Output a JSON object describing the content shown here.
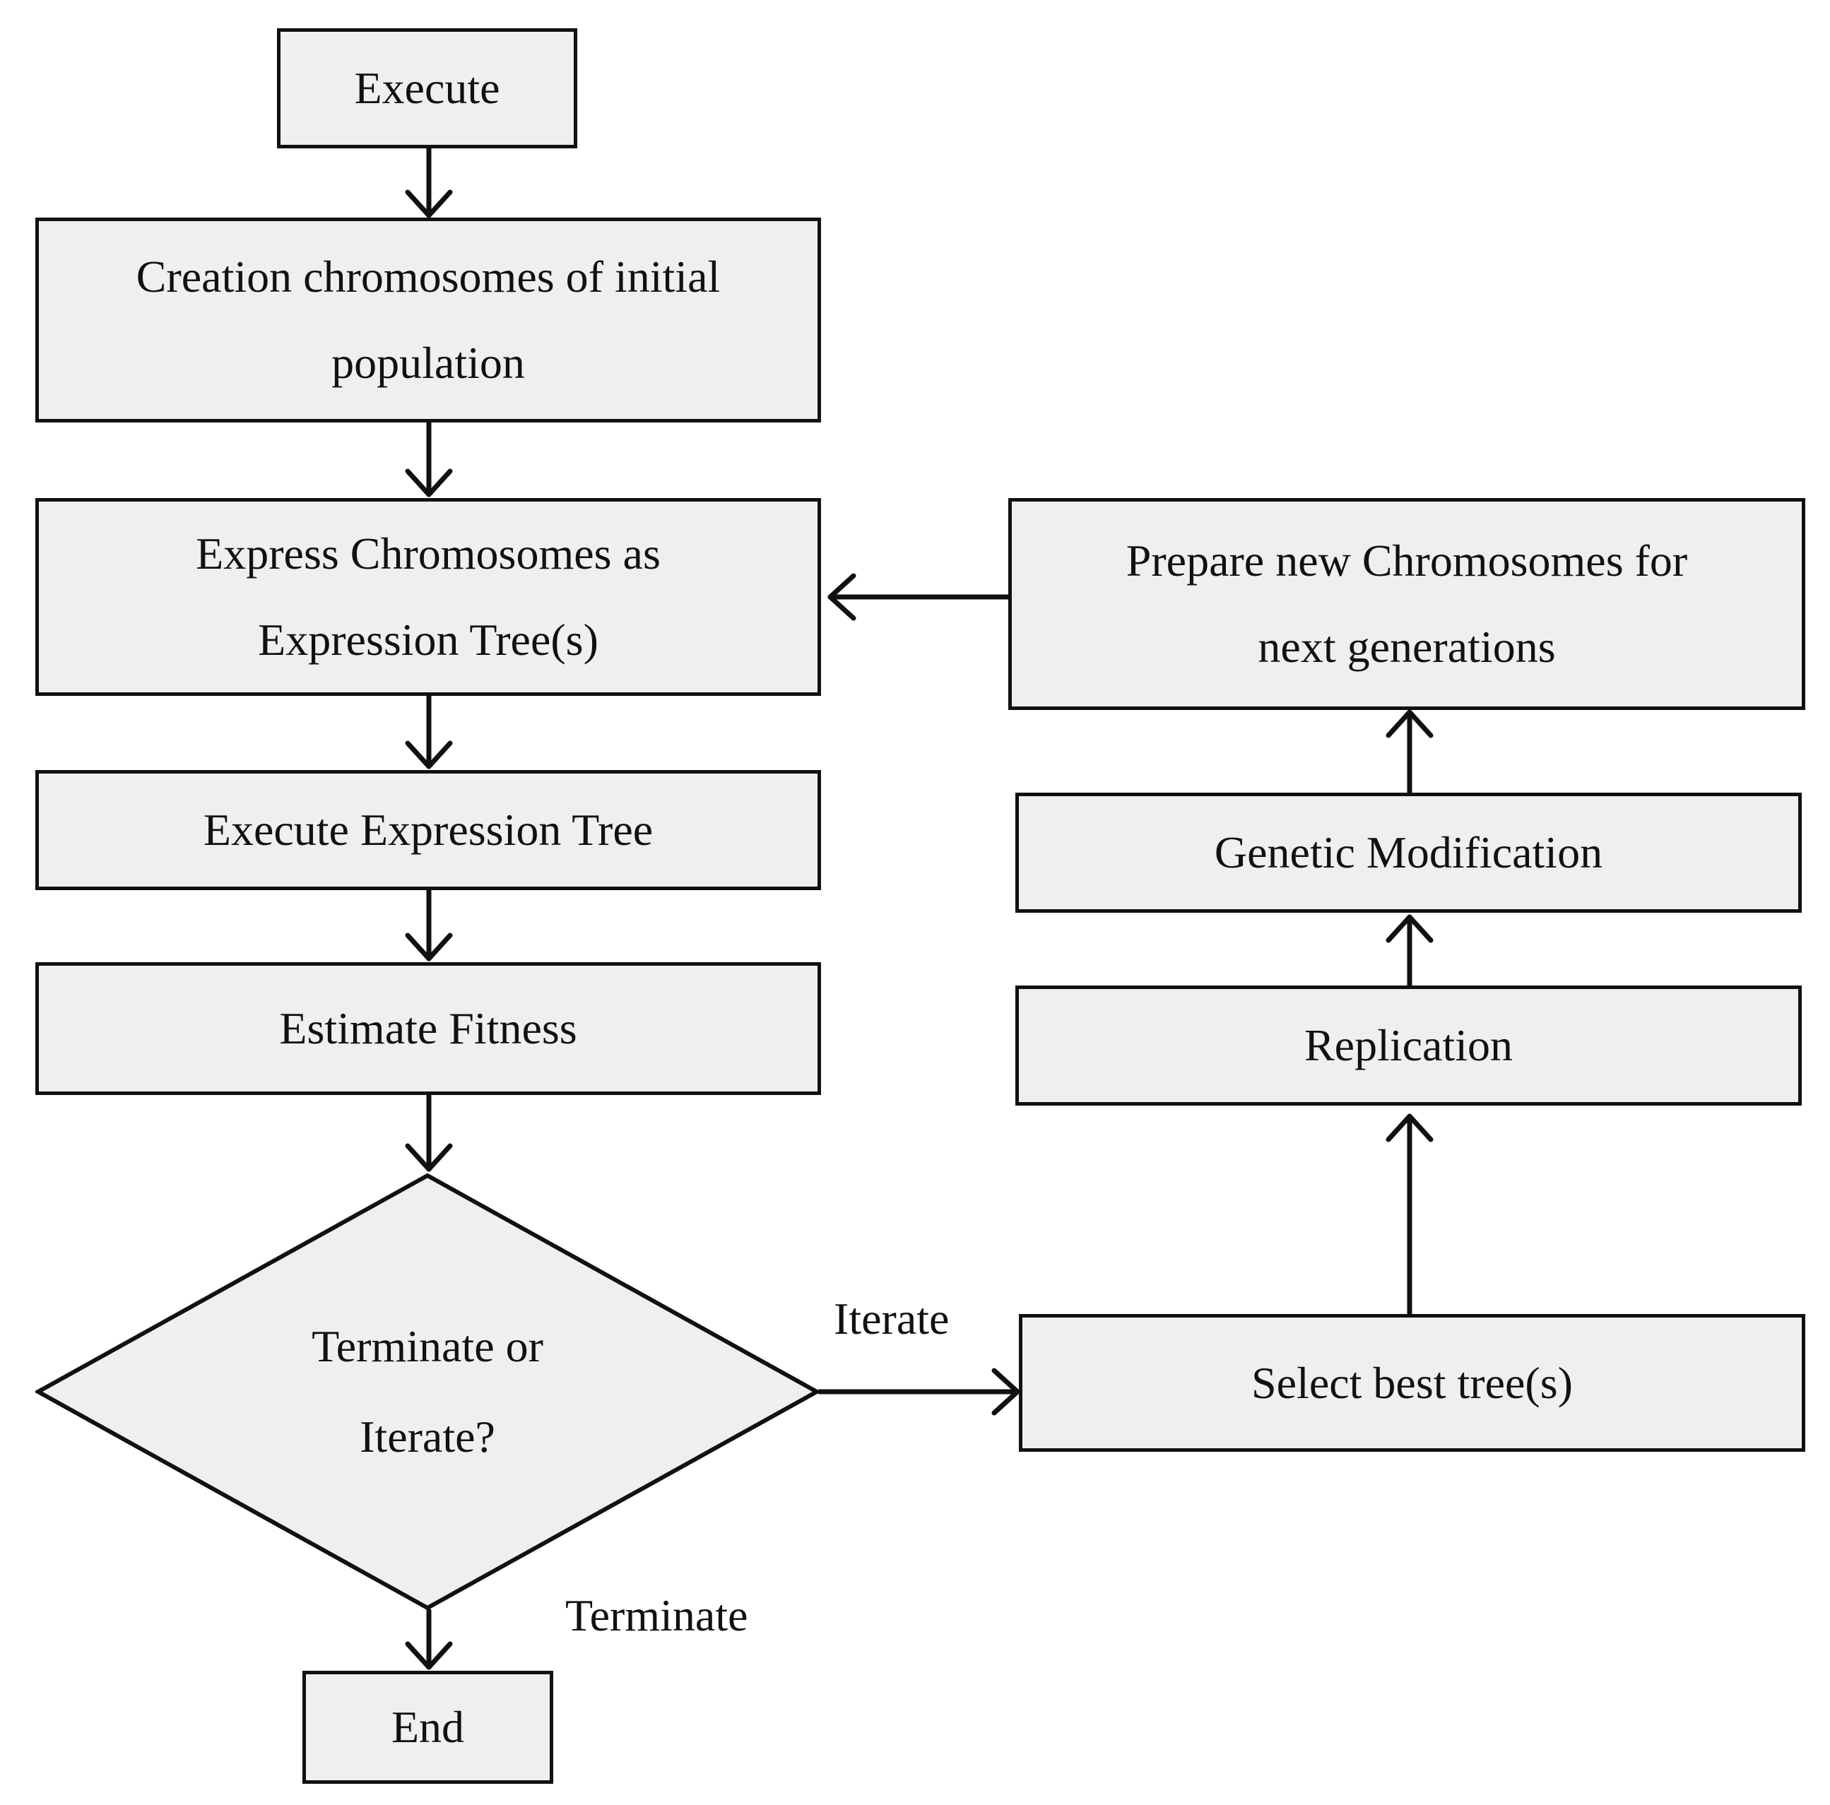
{
  "nodes": {
    "execute": "Execute",
    "creation": [
      "Creation chromosomes of initial",
      "population"
    ],
    "express": [
      "Express Chromosomes as",
      "Expression Tree(s)"
    ],
    "execute_tree": "Execute Expression Tree",
    "estimate": "Estimate Fitness",
    "decision": [
      "Terminate or",
      "Iterate?"
    ],
    "end": "End",
    "prepare": [
      "Prepare new Chromosomes for",
      "next generations"
    ],
    "genetic": "Genetic Modification",
    "replication": "Replication",
    "select": "Select best tree(s)"
  },
  "edge_labels": {
    "iterate": "Iterate",
    "terminate": "Terminate"
  },
  "colors": {
    "box_fill": "#efefef",
    "stroke": "#111111"
  }
}
